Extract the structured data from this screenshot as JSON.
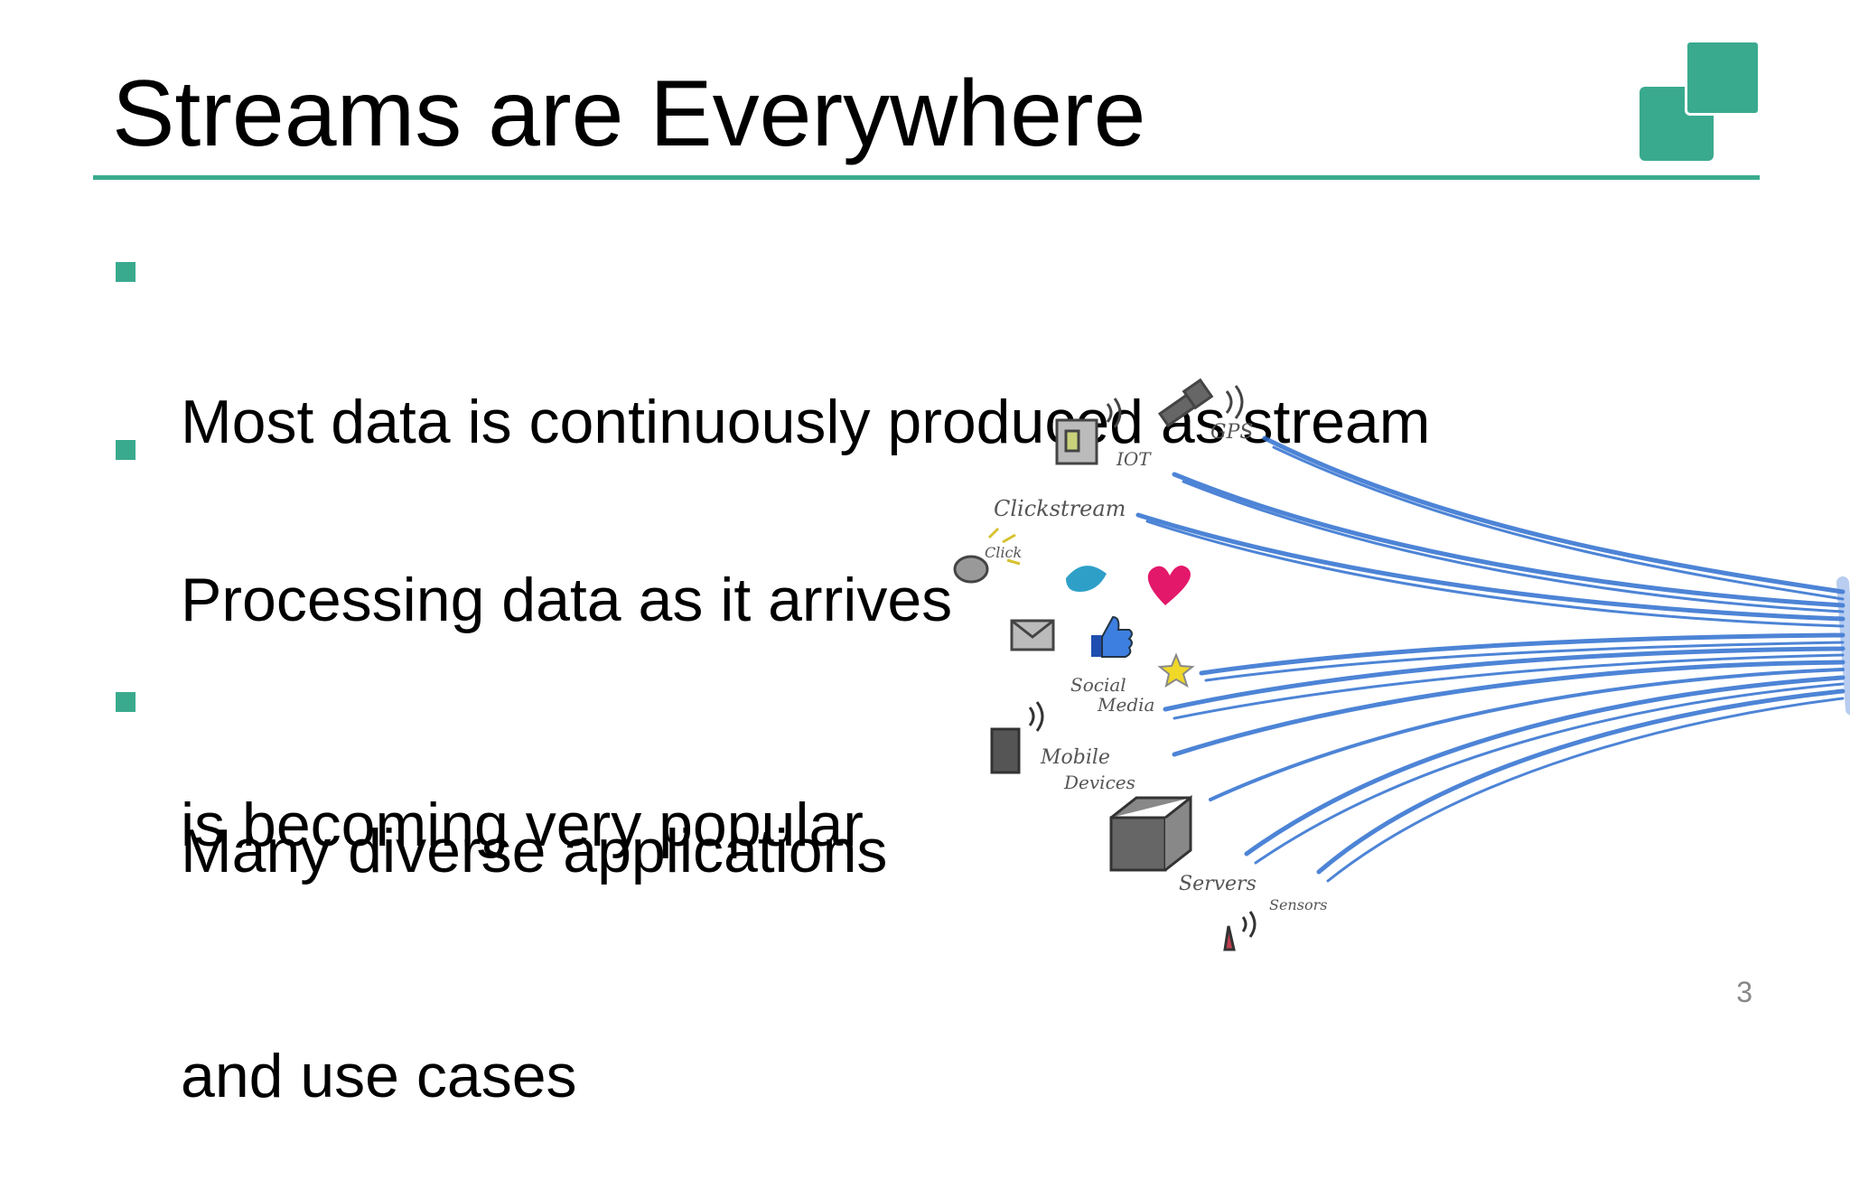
{
  "slide": {
    "title": "Streams are Everywhere",
    "bullets": [
      {
        "lines": [
          "Most data is continuously produced as stream"
        ]
      },
      {
        "lines": [
          "Processing data as it arrives",
          "is becoming very popular"
        ]
      },
      {
        "lines": [
          "Many diverse applications",
          "and use cases"
        ]
      }
    ],
    "page_number": "3",
    "accent_color": "#3aaa8f"
  },
  "illustration": {
    "labels": {
      "gps": "GPS",
      "iot": "IOT",
      "clickstream": "Clickstream",
      "click": "Click",
      "social_media_1": "Social",
      "social_media_2": "Media",
      "mobile_devices_1": "Mobile",
      "mobile_devices_2": "Devices",
      "servers": "Servers",
      "sensors": "Sensors"
    },
    "stream_color": "#2f6fd0"
  }
}
